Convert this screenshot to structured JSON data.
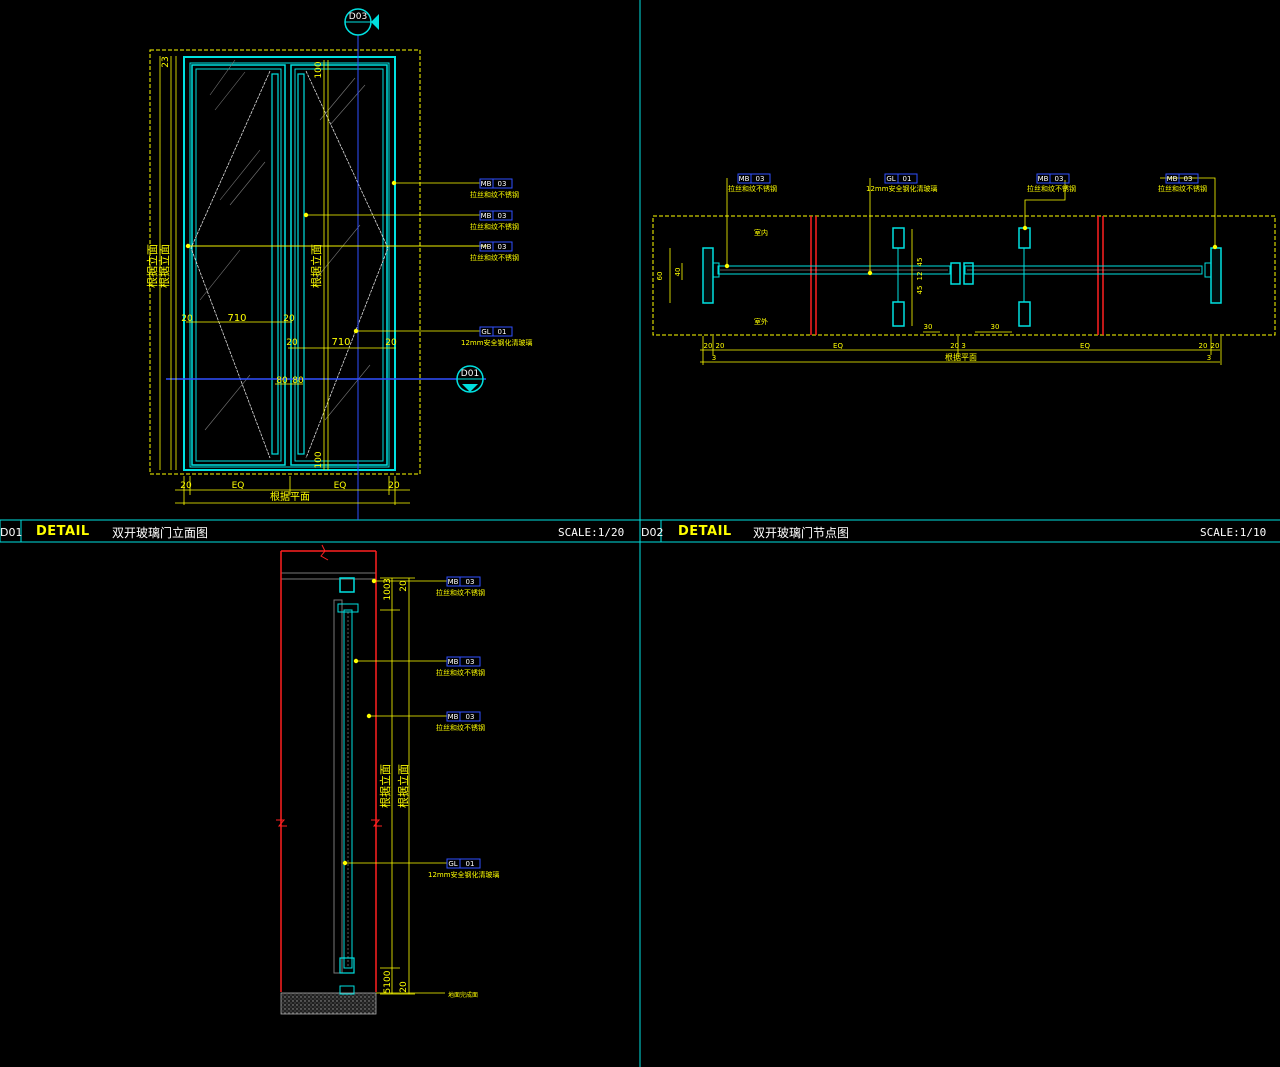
{
  "panels": {
    "d01": {
      "tag": "D01",
      "word": "DETAIL",
      "title": "双开玻璃门立面图",
      "scale": "SCALE:1/20"
    },
    "d02": {
      "tag": "D02",
      "word": "DETAIL",
      "title": "双开玻璃门节点图",
      "scale": "SCALE:1/10"
    }
  },
  "elevation": {
    "marker_top": "D03",
    "marker_right": "D01",
    "dim_width": "710",
    "dim_side": "20",
    "dim_80": "80",
    "dim_100": "100",
    "dim_23": "23",
    "dim_eq": "EQ",
    "dim_plan": "根据平面",
    "dim_height": "根据立面",
    "callouts": [
      {
        "code": "MB",
        "num": "03",
        "desc": "拉丝和纹不锈钢"
      },
      {
        "code": "MB",
        "num": "03",
        "desc": "拉丝和纹不锈钢"
      },
      {
        "code": "MB",
        "num": "03",
        "desc": "拉丝和纹不锈钢"
      },
      {
        "code": "GL",
        "num": "01",
        "desc": "12mm安全钢化清玻璃"
      }
    ]
  },
  "plan_section": {
    "label_inside": "室内",
    "label_outside": "室外",
    "dim_eq": "EQ",
    "dim_plan": "根据平面",
    "dim_20": "20",
    "dim_3": "3",
    "dim_30": "30",
    "dim_60": "60",
    "dim_40": "40",
    "dim_45": "45",
    "dim_12": "12",
    "dim_2o3": "20 3",
    "callouts": [
      {
        "code": "MB",
        "num": "03",
        "desc": "拉丝和纹不锈钢"
      },
      {
        "code": "GL",
        "num": "01",
        "desc": "12mm安全钢化清玻璃"
      },
      {
        "code": "MB",
        "num": "03",
        "desc": "拉丝和纹不锈钢"
      },
      {
        "code": "MB",
        "num": "03",
        "desc": "拉丝和纹不锈钢"
      }
    ]
  },
  "side_section": {
    "dim_top": "100",
    "dim_3": "3",
    "dim_20": "20",
    "dim_bottom": "5100",
    "dim_height": "根据立面",
    "floor_label": "地面完成面",
    "callouts": [
      {
        "code": "MB",
        "num": "03",
        "desc": "拉丝和纹不锈钢"
      },
      {
        "code": "MB",
        "num": "03",
        "desc": "拉丝和纹不锈钢"
      },
      {
        "code": "MB",
        "num": "03",
        "desc": "拉丝和纹不锈钢"
      },
      {
        "code": "GL",
        "num": "01",
        "desc": "12mm安全钢化清玻璃"
      }
    ]
  },
  "colors": {
    "background": "#000000",
    "frame_cyan": "#00ffff",
    "dimension_yellow": "#ffff00",
    "wall_red": "#ff0000",
    "axis_blue": "#0044ff",
    "glass_white": "#d0d0d0"
  }
}
